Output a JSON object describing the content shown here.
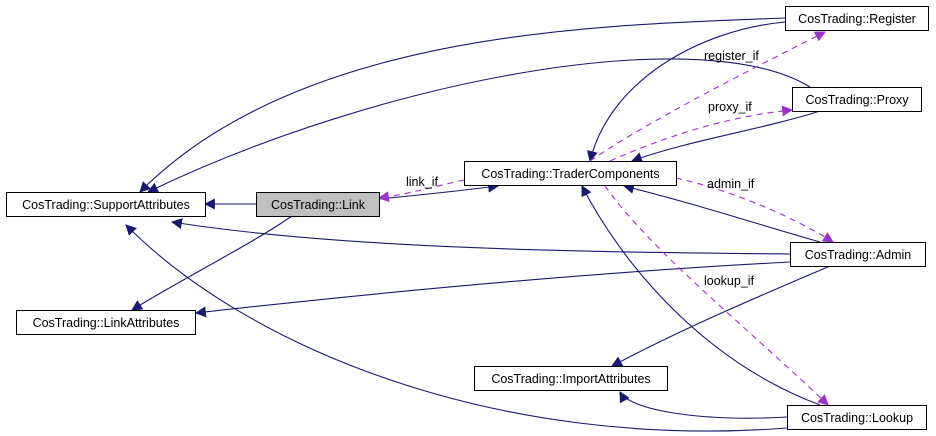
{
  "diagram": {
    "type": "collaboration-graph",
    "colors": {
      "inheritance_edge": "#191970",
      "usage_edge": "#9a32cd",
      "focus_node_fill": "#bfbfbf",
      "node_fill": "#ffffff",
      "node_border": "#000000"
    },
    "nodes": [
      {
        "id": "support",
        "label": "CosTrading::SupportAttributes"
      },
      {
        "id": "link",
        "label": "CosTrading::Link",
        "focus": true
      },
      {
        "id": "linkattr",
        "label": "CosTrading::LinkAttributes"
      },
      {
        "id": "trader",
        "label": "CosTrading::TraderComponents"
      },
      {
        "id": "register",
        "label": "CosTrading::Register"
      },
      {
        "id": "proxy",
        "label": "CosTrading::Proxy"
      },
      {
        "id": "admin",
        "label": "CosTrading::Admin"
      },
      {
        "id": "importattr",
        "label": "CosTrading::ImportAttributes"
      },
      {
        "id": "lookup",
        "label": "CosTrading::Lookup"
      }
    ],
    "edges": [
      {
        "from": "link",
        "to": "support",
        "kind": "inheritance"
      },
      {
        "from": "link",
        "to": "linkattr",
        "kind": "inheritance"
      },
      {
        "from": "link",
        "to": "trader",
        "kind": "inheritance"
      },
      {
        "from": "register",
        "to": "support",
        "kind": "inheritance"
      },
      {
        "from": "register",
        "to": "trader",
        "kind": "inheritance"
      },
      {
        "from": "proxy",
        "to": "support",
        "kind": "inheritance"
      },
      {
        "from": "proxy",
        "to": "trader",
        "kind": "inheritance"
      },
      {
        "from": "admin",
        "to": "support",
        "kind": "inheritance"
      },
      {
        "from": "admin",
        "to": "linkattr",
        "kind": "inheritance"
      },
      {
        "from": "admin",
        "to": "importattr",
        "kind": "inheritance"
      },
      {
        "from": "admin",
        "to": "trader",
        "kind": "inheritance"
      },
      {
        "from": "lookup",
        "to": "support",
        "kind": "inheritance"
      },
      {
        "from": "lookup",
        "to": "importattr",
        "kind": "inheritance"
      },
      {
        "from": "lookup",
        "to": "trader",
        "kind": "inheritance"
      },
      {
        "from": "trader",
        "to": "link",
        "kind": "usage",
        "label": "link_if"
      },
      {
        "from": "trader",
        "to": "register",
        "kind": "usage",
        "label": "register_if"
      },
      {
        "from": "trader",
        "to": "proxy",
        "kind": "usage",
        "label": "proxy_if"
      },
      {
        "from": "trader",
        "to": "admin",
        "kind": "usage",
        "label": "admin_if"
      },
      {
        "from": "trader",
        "to": "lookup",
        "kind": "usage",
        "label": "lookup_if"
      }
    ]
  }
}
